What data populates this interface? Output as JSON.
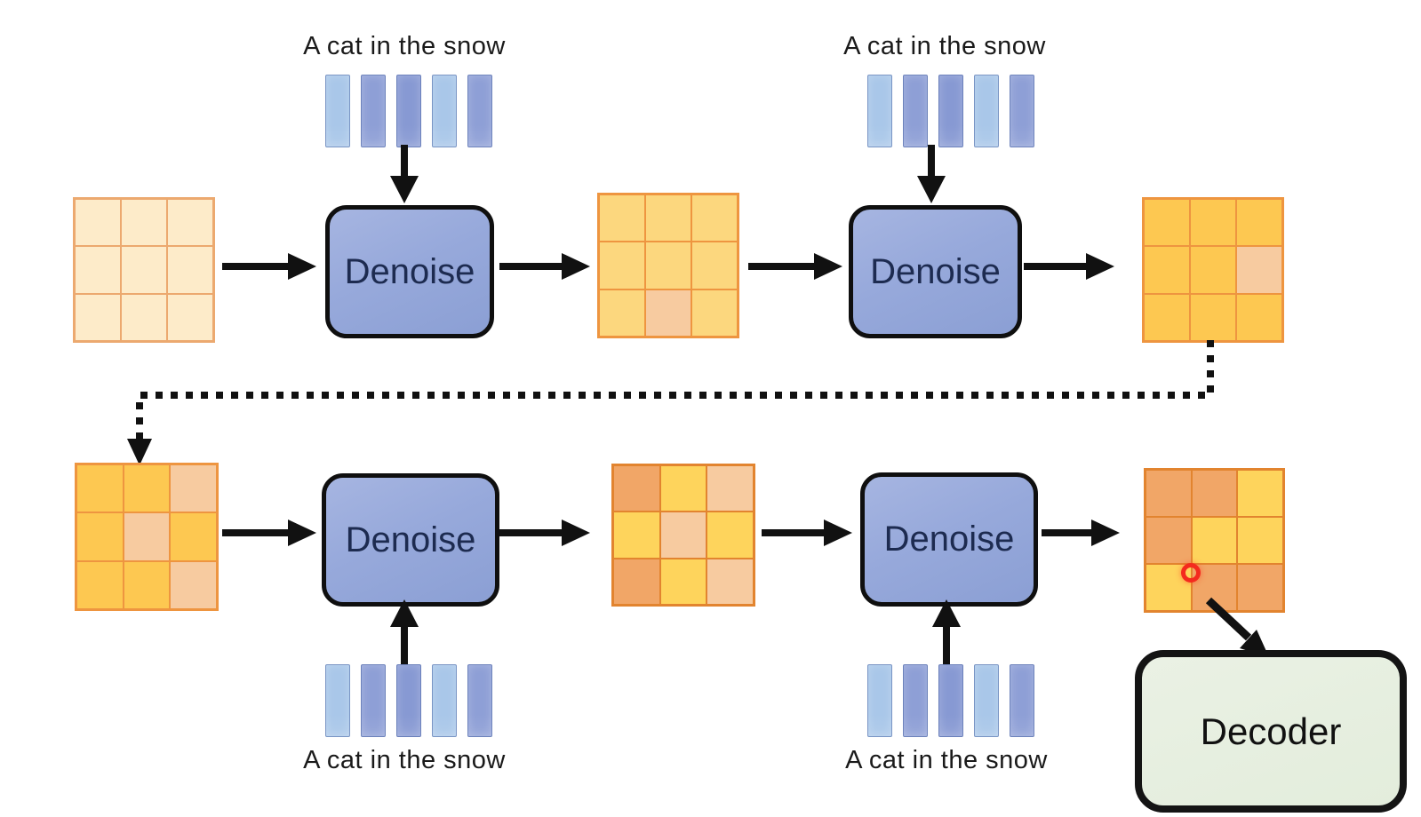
{
  "prompt": {
    "text": "A cat in the snow"
  },
  "labels": {
    "denoise": "Denoise",
    "decoder": "Decoder"
  },
  "colors": {
    "background": "#FFFFFF",
    "arrow": "#111111",
    "denoise_fill": "#97A9DB",
    "denoise_border": "#0F0F0F",
    "decoder_fill": "#E6EEDF",
    "decoder_border": "#141414",
    "grid_border_soft": "#ECA96F",
    "grid_border": "#EE9540",
    "grid_border_deep": "#E2842F",
    "red_marker": "#F42A1E",
    "cells": {
      "cream": "#FDEBC9",
      "gold_light": "#FCD77E",
      "gold": "#FDC851",
      "gold_bright": "#FED45C",
      "peach": "#F7CBA0",
      "orange": "#F1A667"
    }
  },
  "tokens": {
    "count": 5,
    "colors": [
      "#A9C7E9",
      "#8E9FD6",
      "#8799D3",
      "#A9C7E9",
      "#8E9FD6"
    ]
  },
  "grids": {
    "g1": {
      "cells": [
        [
          "cream",
          "cream",
          "cream"
        ],
        [
          "cream",
          "cream",
          "cream"
        ],
        [
          "cream",
          "cream",
          "cream"
        ]
      ]
    },
    "g2": {
      "cells": [
        [
          "gold_light",
          "gold_light",
          "gold_light"
        ],
        [
          "gold_light",
          "gold_light",
          "gold_light"
        ],
        [
          "gold_light",
          "peach",
          "gold_light"
        ]
      ]
    },
    "g3": {
      "cells": [
        [
          "gold",
          "gold",
          "gold"
        ],
        [
          "gold",
          "gold",
          "peach"
        ],
        [
          "gold",
          "gold",
          "gold"
        ]
      ]
    },
    "g4": {
      "cells": [
        [
          "gold",
          "gold",
          "peach"
        ],
        [
          "gold",
          "peach",
          "gold"
        ],
        [
          "gold",
          "gold",
          "peach"
        ]
      ]
    },
    "g5": {
      "cells": [
        [
          "orange",
          "gold_bright",
          "peach"
        ],
        [
          "gold_bright",
          "peach",
          "gold_bright"
        ],
        [
          "orange",
          "gold_bright",
          "peach"
        ]
      ]
    },
    "g6": {
      "cells": [
        [
          "orange",
          "orange",
          "gold_bright"
        ],
        [
          "orange",
          "gold_bright",
          "gold_bright"
        ],
        [
          "gold_bright",
          "orange",
          "orange"
        ]
      ]
    }
  }
}
